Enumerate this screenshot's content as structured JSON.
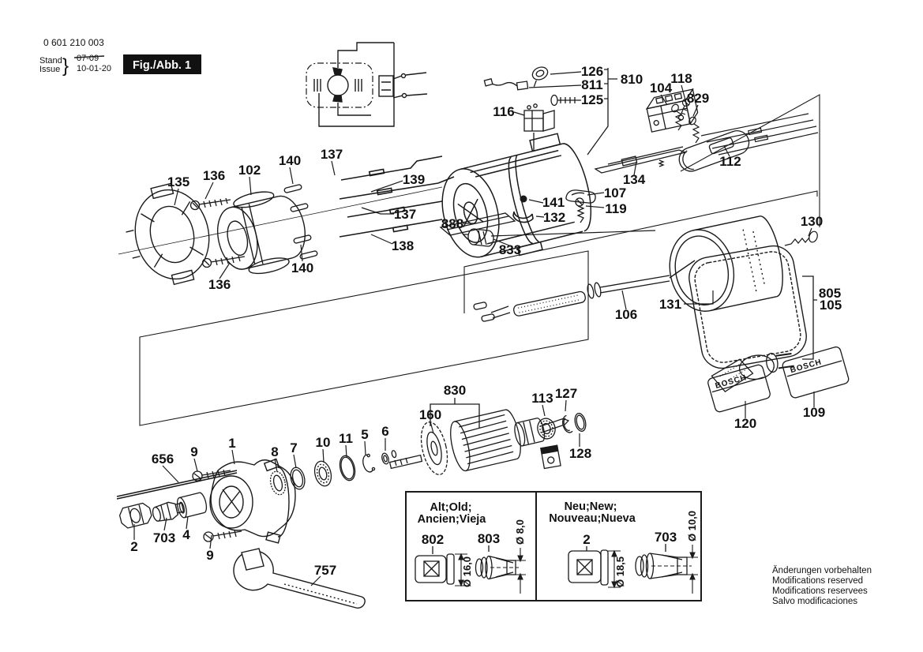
{
  "header": {
    "part_number": "0 601 210 003",
    "stand": "Stand",
    "issue": "Issue",
    "brace": "}",
    "superseded_date": "07-09",
    "issue_date": "10-01-20",
    "figure": "Fig./Abb. 1"
  },
  "brand": {
    "name": "BOSCH"
  },
  "callouts": {
    "c126": "126",
    "c811": "811",
    "c125": "125",
    "c810": "810",
    "c116": "116",
    "c104": "104",
    "c118": "118",
    "c829": "829",
    "c112": "112",
    "c135": "135",
    "c136a": "136",
    "c136b": "136",
    "c102": "102",
    "c140a": "140",
    "c140b": "140",
    "c137a": "137",
    "c137b": "137",
    "c138": "138",
    "c139": "139",
    "c888": "888",
    "c833": "833",
    "c141": "141",
    "c132": "132",
    "c107": "107",
    "c119": "119",
    "c134": "134",
    "c130": "130",
    "c131": "131",
    "c106": "106",
    "c805": "805",
    "c105": "105",
    "c120": "120",
    "c109": "109",
    "c830": "830",
    "c160": "160",
    "c113": "113",
    "c127": "127",
    "c128": "128",
    "c656": "656",
    "c9a": "9",
    "c1": "1",
    "c8": "8",
    "c7": "7",
    "c10": "10",
    "c11": "11",
    "c5": "5",
    "c6": "6",
    "c2": "2",
    "c703": "703",
    "c4": "4",
    "c9b": "9",
    "c757": "757"
  },
  "inset": {
    "old_line1": "Alt;Old;",
    "old_line2": "Ancien;Vieja",
    "new_line1": "Neu;New;",
    "new_line2": "Nouveau;Nueva",
    "old_nut": "802",
    "old_collet": "803",
    "old_nut_dia": "Ø 16,0",
    "old_collet_dia": "Ø 8,0",
    "new_nut": "2",
    "new_collet": "703",
    "new_nut_dia": "Ø 18,5",
    "new_collet_dia": "Ø 10,0"
  },
  "footer": {
    "line1": "Änderungen vorbehalten",
    "line2": "Modifications reserved",
    "line3": "Modifications reservees",
    "line4": "Salvo modificaciones"
  }
}
